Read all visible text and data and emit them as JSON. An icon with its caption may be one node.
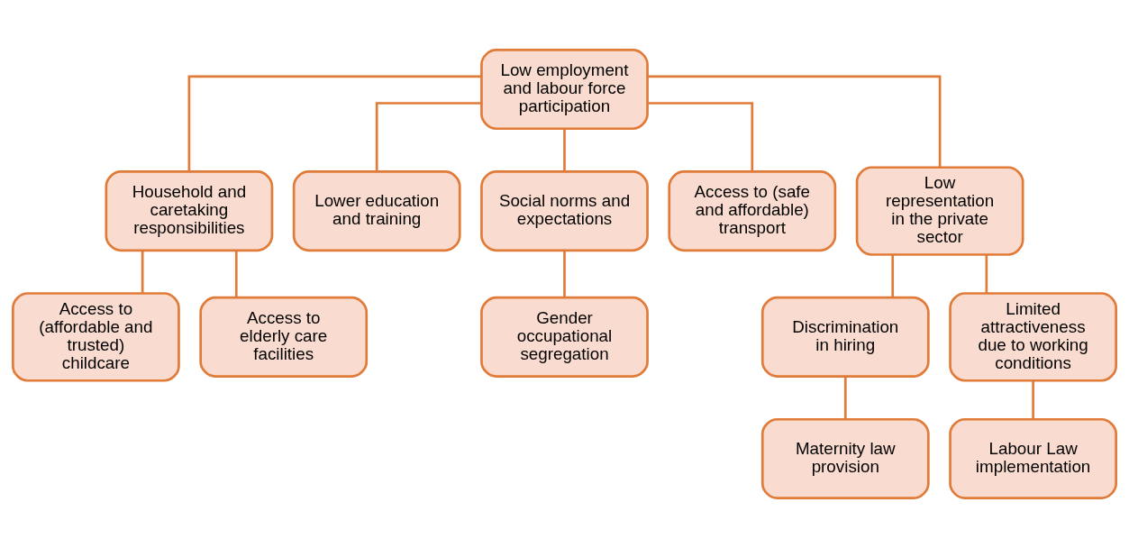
{
  "diagram": {
    "nodes": [
      {
        "text": [
          "Low employment and labour force participation"
        ]
      },
      {
        "text": [
          "Household and caretaking responsibilities"
        ]
      },
      {
        "text": [
          "Lower education and training"
        ]
      },
      {
        "text": [
          "Social norms and expectations"
        ]
      },
      {
        "text": [
          "Access to (safe and affordable) transport"
        ]
      },
      {
        "text": [
          "Low representation in the private sector"
        ]
      },
      {
        "text": [
          "Access to (affordable and trusted) childcare"
        ]
      },
      {
        "text": [
          "Access to elderly care facilities"
        ]
      },
      {
        "text": [
          "Gender occupational segregation"
        ]
      },
      {
        "text": [
          "Discrimination in hiring"
        ]
      },
      {
        "text": [
          "Limited attractiveness due to working conditions"
        ]
      },
      {
        "text": [
          "Maternity law provision"
        ]
      },
      {
        "text": [
          "Labour Law implementation"
        ]
      }
    ],
    "edges": [
      {
        "from": 0,
        "to": 1,
        "arrow": "none"
      },
      {
        "from": 0,
        "to": 2,
        "arrow": "none"
      },
      {
        "from": 0,
        "to": 3,
        "arrow": "none"
      },
      {
        "from": 0,
        "to": 4,
        "arrow": "none"
      },
      {
        "from": 0,
        "to": 5,
        "arrow": "none"
      },
      {
        "from": 1,
        "to": 6,
        "arrow": "none"
      },
      {
        "from": 1,
        "to": 7,
        "arrow": "none"
      },
      {
        "from": 3,
        "to": 8,
        "arrow": "none"
      },
      {
        "from": 5,
        "to": 9,
        "arrow": "none"
      },
      {
        "from": 5,
        "to": 10,
        "arrow": "none"
      },
      {
        "from": 9,
        "to": 11,
        "arrow": "none"
      },
      {
        "from": 10,
        "to": 12,
        "arrow": "none"
      }
    ]
  }
}
